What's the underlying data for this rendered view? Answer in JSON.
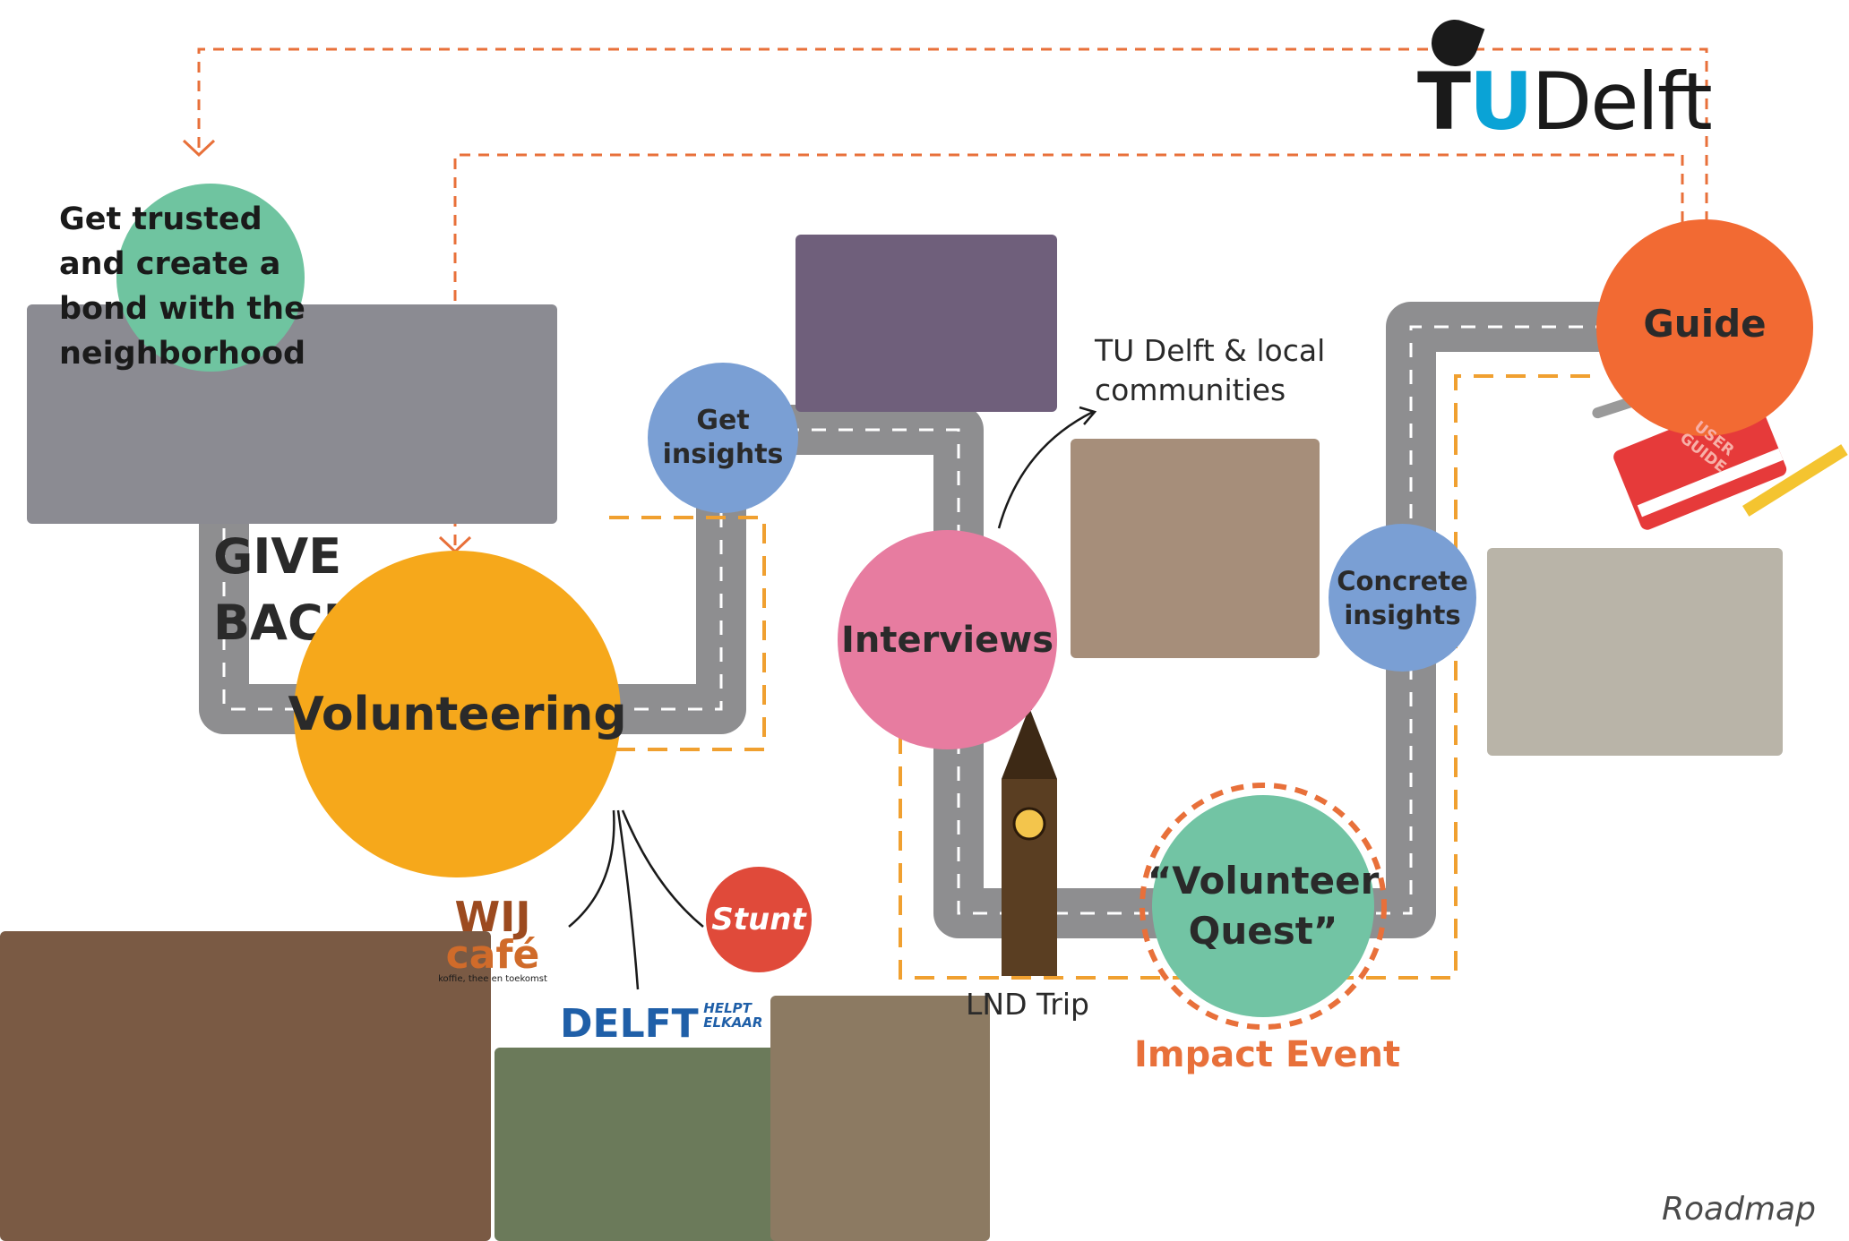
{
  "brand": {
    "logo_t": "T",
    "logo_u": "U",
    "logo_delft": "Delft",
    "colors": {
      "blue": "#0aa3d6",
      "dark": "#1a1a1a"
    }
  },
  "diagram": {
    "top_left_caption": "Get trusted and create a bond with the neighborhood",
    "give_back": "GIVE BACK",
    "nodes": {
      "volunteering": "Volunteering",
      "get_insights": "Get insights",
      "interviews": "Interviews",
      "concrete_insights": "Concrete insights",
      "guide": "Guide",
      "volunteer_quest": "“Volunteer Quest”"
    },
    "labels": {
      "communities": "TU Delft & local communities",
      "lnd_trip": "LND Trip",
      "impact_event": "Impact Event",
      "roadmap": "Roadmap"
    },
    "partners": {
      "wij_cafe_line1": "WIJ",
      "wij_cafe_line2": "café",
      "wij_cafe_tagline": "koffie, thee en toekomst",
      "stunt": "Stunt",
      "delft_helpt": "DELFT",
      "delft_helpt_small": "HELPT ELKAAR"
    },
    "book": "USER GUIDE"
  },
  "colors": {
    "road": "#8e8e90",
    "dashed_orange": "#f0a030",
    "arrow_orange": "#e8703a",
    "volunteering": "#f6a81b",
    "insights_blue": "#7a9fd4",
    "interviews_pink": "#e77ca0",
    "guide_orange": "#f26a33",
    "quest_green": "#72c4a4",
    "trusted_green": "#6fc4a0"
  }
}
